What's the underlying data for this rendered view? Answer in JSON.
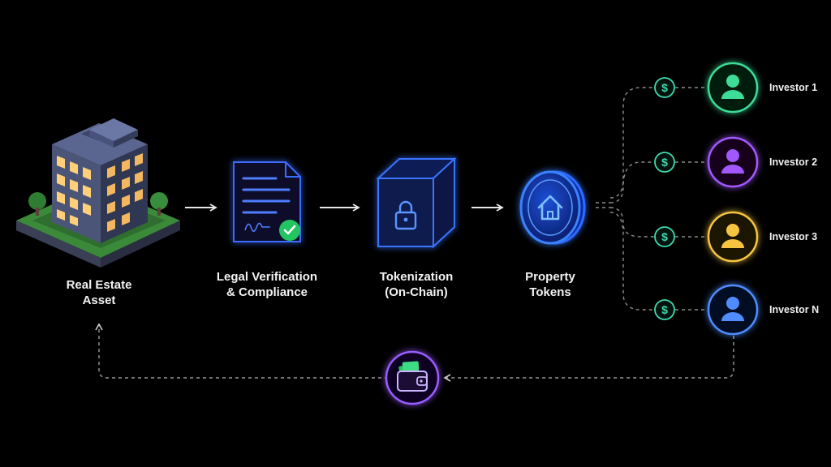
{
  "stages": [
    {
      "line1": "Real Estate",
      "line2": "Asset"
    },
    {
      "line1": "Legal Verification",
      "line2": "& Compliance"
    },
    {
      "line1": "Tokenization",
      "line2": "(On-Chain)"
    },
    {
      "line1": "Property",
      "line2": "Tokens"
    }
  ],
  "investors": [
    {
      "label": "Investor 1",
      "color": "#3ddc97"
    },
    {
      "label": "Investor 2",
      "color": "#a259ff"
    },
    {
      "label": "Investor 3",
      "color": "#f5c542"
    },
    {
      "label": "Investor N",
      "color": "#4f8cff"
    }
  ],
  "dollar_symbol": "$",
  "colors": {
    "background": "#000000",
    "accent_blue": "#2f6bff",
    "dollar_ring": "#3ddcb0",
    "wallet_ring": "#9b5cff",
    "flow_line": "#9a9a9a"
  }
}
